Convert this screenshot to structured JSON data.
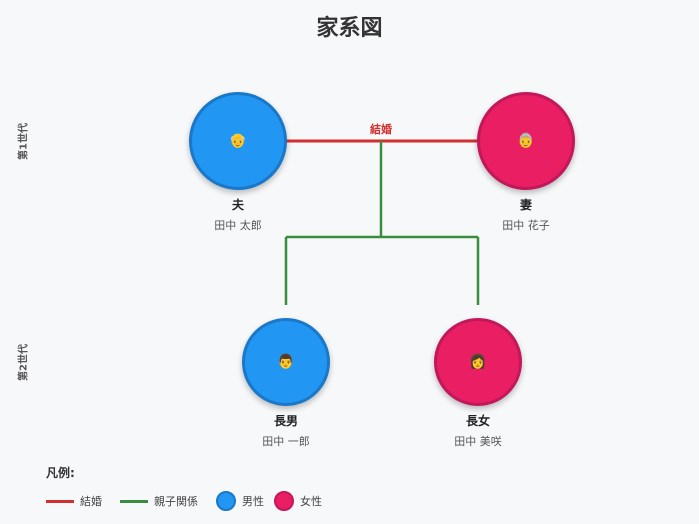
{
  "title": "家系図",
  "generations": [
    {
      "label": "第1世代"
    },
    {
      "label": "第2世代"
    }
  ],
  "marriage_label": "結婚",
  "people": {
    "husband": {
      "role": "夫",
      "name": "田中 太郎",
      "gender": "male",
      "emoji": "👴"
    },
    "wife": {
      "role": "妻",
      "name": "田中 花子",
      "gender": "female",
      "emoji": "👵"
    },
    "son": {
      "role": "長男",
      "name": "田中 一郎",
      "gender": "male",
      "emoji": "👨"
    },
    "daughter": {
      "role": "長女",
      "name": "田中 美咲",
      "gender": "female",
      "emoji": "👩"
    }
  },
  "legend": {
    "title": "凡例:",
    "marriage": "結婚",
    "parent_child": "親子関係",
    "male": "男性",
    "female": "女性"
  },
  "colors": {
    "male": "#2196f3",
    "female": "#e91e63",
    "marriage_line": "#d32f2f",
    "parent_child_line": "#388e3c"
  }
}
